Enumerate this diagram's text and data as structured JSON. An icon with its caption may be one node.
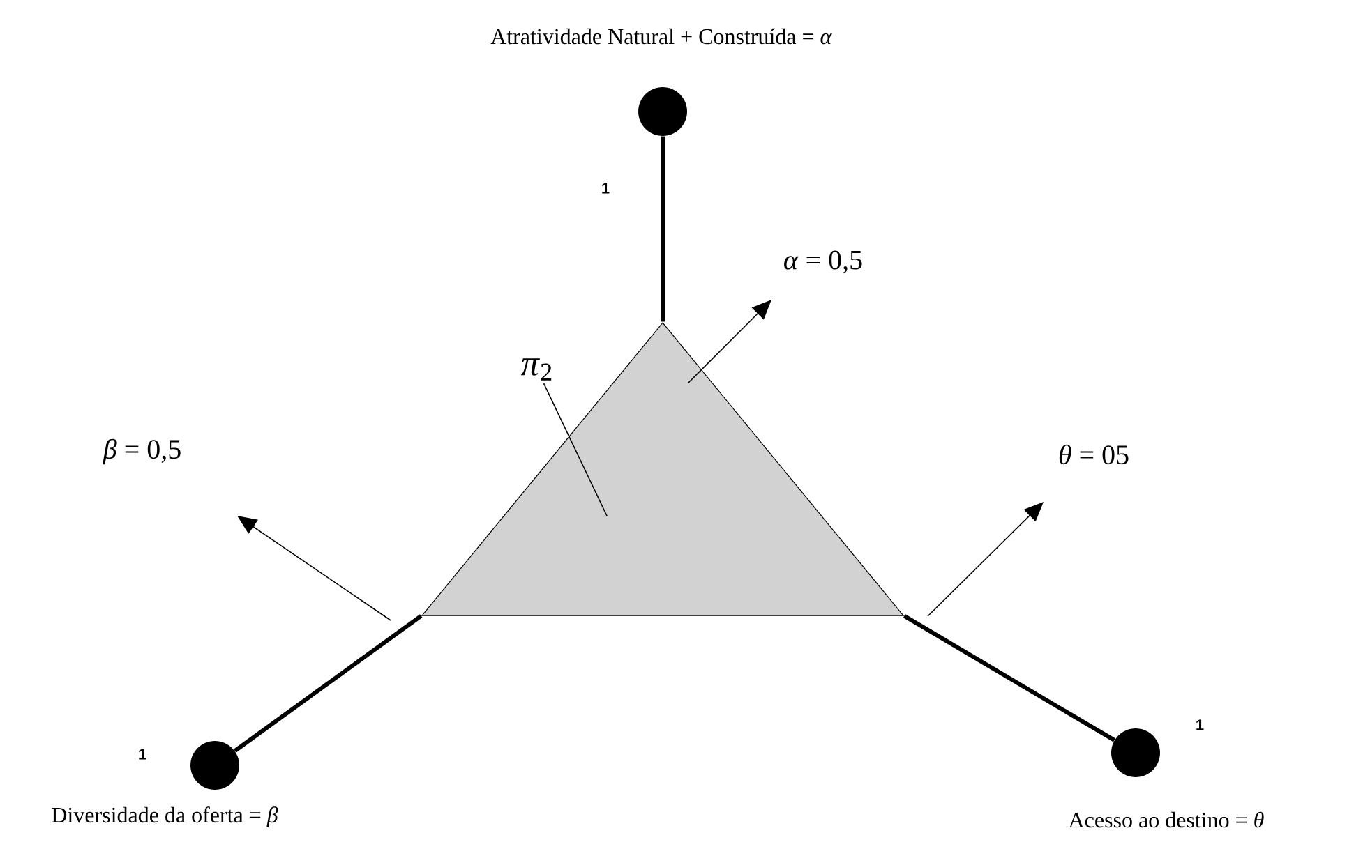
{
  "diagram": {
    "nodes": [
      {
        "text": [],
        "shape": "circle",
        "beside": [
          "Atratividade Natural + Construída = *α*"
        ]
      },
      {
        "text": [],
        "shape": "triangle"
      },
      {
        "text": [],
        "shape": "circle",
        "beside": [
          "Diversidade da oferta = *β*"
        ]
      },
      {
        "text": [],
        "shape": "circle",
        "beside": [
          "Acesso ao destino = *θ*"
        ]
      },
      {
        "text": [
          "*π*$_{2}$"
        ]
      }
    ],
    "edges": [
      {
        "from": 0,
        "to": 1,
        "arrow": "none"
      },
      {
        "from": 1,
        "to": 2,
        "arrow": "none"
      },
      {
        "from": 1,
        "to": 3,
        "arrow": "none"
      },
      {
        "from": 4,
        "to": 1,
        "arrow": "none"
      }
    ],
    "labels": [
      "1",
      "*α* = 0,5",
      "*β* = 0,5",
      "*θ* = 05",
      "1",
      "1"
    ]
  }
}
